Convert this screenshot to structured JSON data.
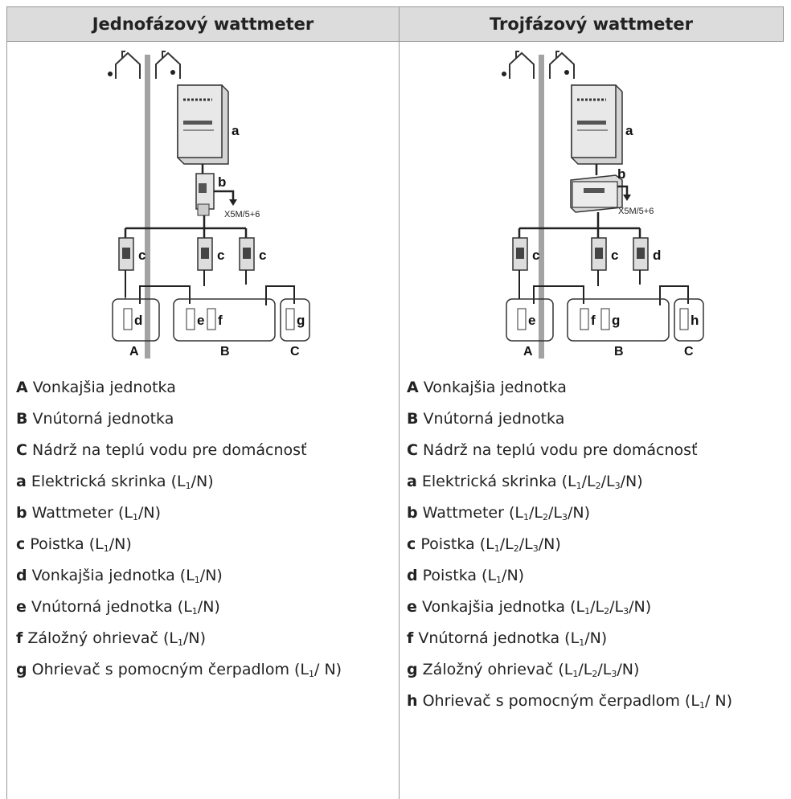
{
  "headers": {
    "left": "Jednofázový wattmeter",
    "right": "Trojfázový wattmeter"
  },
  "diagram_left": {
    "labels": {
      "a": "a",
      "b": "b",
      "terminal": "X5M/5+6",
      "c1": "c",
      "c2": "c",
      "c3": "c",
      "d": "d",
      "e": "e",
      "f": "f",
      "g": "g",
      "A": "A",
      "B": "B",
      "C": "C"
    }
  },
  "diagram_right": {
    "labels": {
      "a": "a",
      "b": "b",
      "terminal": "X5M/5+6",
      "c1": "c",
      "c2": "c",
      "c3": "d",
      "d": "e",
      "e": "f",
      "f": "g",
      "g": "h",
      "A": "A",
      "B": "B",
      "C": "C"
    }
  },
  "legend_left": [
    {
      "key": "A",
      "text": "Vonkajšia jednotka"
    },
    {
      "key": "B",
      "text": "Vnútorná jednotka"
    },
    {
      "key": "C",
      "text": "Nádrž na teplú vodu pre domácnosť"
    },
    {
      "key": "a",
      "text": "Elektrická skrinka (L1/N)"
    },
    {
      "key": "b",
      "text": "Wattmeter (L1/N)"
    },
    {
      "key": "c",
      "text": "Poistka (L1/N)"
    },
    {
      "key": "d",
      "text": "Vonkajšia jednotka (L1/N)"
    },
    {
      "key": "e",
      "text": "Vnútorná jednotka (L1/N)"
    },
    {
      "key": "f",
      "text": "Záložný ohrievač (L1/N)"
    },
    {
      "key": "g",
      "text": "Ohrievač s pomocným čerpadlom (L1/ N)"
    }
  ],
  "legend_right": [
    {
      "key": "A",
      "text": "Vonkajšia jednotka"
    },
    {
      "key": "B",
      "text": "Vnútorná jednotka"
    },
    {
      "key": "C",
      "text": "Nádrž na teplú vodu pre domácnosť"
    },
    {
      "key": "a",
      "text": "Elektrická skrinka (L1/L2/L3/N)"
    },
    {
      "key": "b",
      "text": "Wattmeter (L1/L2/L3/N)"
    },
    {
      "key": "c",
      "text": "Poistka (L1/L2/L3/N)"
    },
    {
      "key": "d",
      "text": "Poistka (L1/N)"
    },
    {
      "key": "e",
      "text": "Vonkajšia jednotka (L1/L2/L3/N)"
    },
    {
      "key": "f",
      "text": "Vnútorná jednotka (L1/N)"
    },
    {
      "key": "g",
      "text": "Záložný ohrievač (L1/L2/L3/N)"
    },
    {
      "key": "h",
      "text": "Ohrievač s pomocným čerpadlom (L1/ N)"
    }
  ]
}
